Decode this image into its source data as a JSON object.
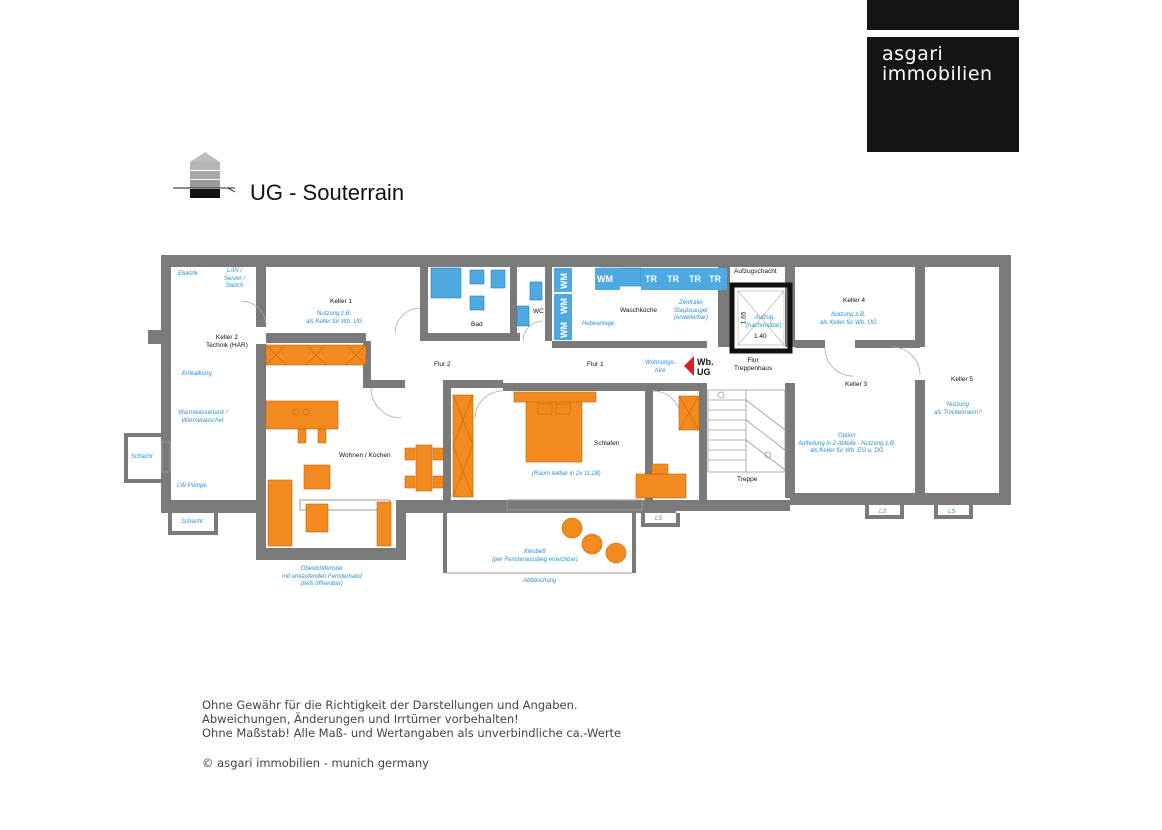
{
  "brand": {
    "line1": "asgari",
    "line2": "immobilien"
  },
  "level_title": "UG - Souterrain",
  "rooms": {
    "elektrik": "Elektrik",
    "lan": [
      "LAN /",
      "Server /",
      "Switch"
    ],
    "keller1": "Keller 1",
    "keller1_note": [
      "Nutzung z.B.",
      "als Keller für Wb. UG"
    ],
    "keller2": [
      "Keller 2",
      "Technik (HAR)"
    ],
    "entkalkung": "Entkalkung",
    "warmwasser": [
      "Warmwassertank /",
      "Wärmetauscher"
    ],
    "schacht_left": "Schacht",
    "lw_pumpe": "LW-Pumpe",
    "schacht_bottom": "Schacht",
    "bad": "Bad",
    "wc": "WC",
    "waschkueche": "Waschküche",
    "hebeanlage": "Hebeanlage",
    "zentraler": [
      "Zentraler",
      "Staubsauger",
      "(erweiterbar)"
    ],
    "aufzugschacht": "Aufzugschacht",
    "aufzug": [
      "Aufzug",
      "(nachrüstbar)"
    ],
    "aufzug_dim_h": "1.65",
    "aufzug_dim_w": "1.40",
    "keller4": "Keller 4",
    "keller4_note": [
      "Nutzung z.B.",
      "als Keller für Wb. OG"
    ],
    "flur2": "Flur 2",
    "flur1": "Flur 1",
    "wohnungstuer": [
      "Wohnungs-",
      "türe"
    ],
    "wb_ug": [
      "Wb.",
      "UG"
    ],
    "flur_treppenhaus": [
      "Flur",
      "Treppenhaus"
    ],
    "keller3": "Keller 3",
    "keller5": "Keller 5",
    "keller5_note": [
      "Nutzung",
      "als Trockenraum?"
    ],
    "option_note": [
      "Option",
      "Aufteilung in 2 Abteile - Nutzung z.B.",
      "als Keller für Wb. EG u. DG"
    ],
    "wohnen": "Wohnen / Kochen",
    "schlafen": "Schlafen",
    "raum_teilbar": "(Raum teilbar in 2x 11,28)",
    "treppe": "Treppe",
    "ls": "LS",
    "oberlicht": [
      "Oberlichtfenster",
      "mit umlaufenden Fensterband",
      "(teils öffnenbar)"
    ],
    "kiesbett": [
      "Kiesbett",
      "(per Fensterausstieg erreichbar)"
    ],
    "abboeschung": "Abböschung"
  },
  "appliances": {
    "wm": "WM",
    "tr": "TR"
  },
  "disclaimer": [
    "Ohne Gewähr für die Richtigkeit der Darstellungen und Angaben.",
    "Abweichungen, Änderungen und Irrtümer vorbehalten!",
    "Ohne Maßstab! Alle Maß- und Wertangaben als unverbindliche ca.-Werte"
  ],
  "copyright": "© asgari immobilien - munich germany",
  "colors": {
    "wall": "#7a7a7a",
    "furniture": "#f28a1f",
    "fixture": "#4da9e0",
    "note": "#2f8fd6",
    "arrow": "#e01e1e",
    "logo_bg": "#151515"
  },
  "icons": [
    "building-section-icon",
    "entrance-arrow-icon"
  ]
}
